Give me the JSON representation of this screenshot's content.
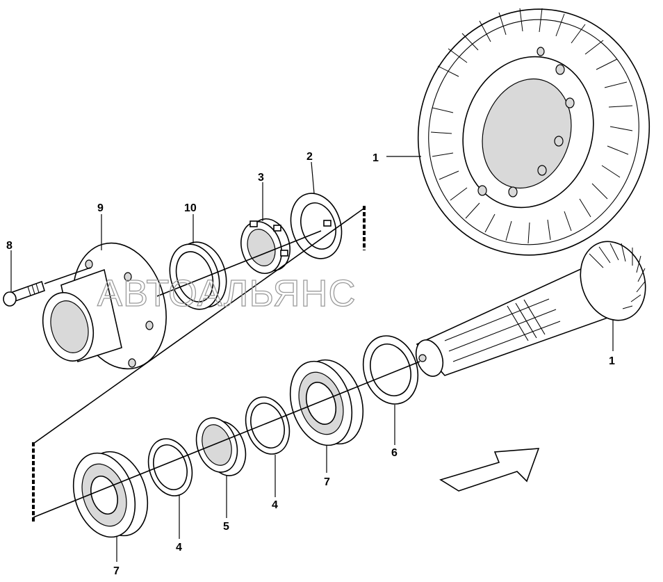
{
  "watermark": "АВТОАЛЬЯНС",
  "callouts": [
    {
      "id": "callout-1-ring-gear",
      "text": "1"
    },
    {
      "id": "callout-1-pinion",
      "text": "1"
    },
    {
      "id": "callout-2",
      "text": "2"
    },
    {
      "id": "callout-3",
      "text": "3"
    },
    {
      "id": "callout-4-left",
      "text": "4"
    },
    {
      "id": "callout-4-right",
      "text": "4"
    },
    {
      "id": "callout-5",
      "text": "5"
    },
    {
      "id": "callout-6",
      "text": "6"
    },
    {
      "id": "callout-7-left",
      "text": "7"
    },
    {
      "id": "callout-7-right",
      "text": "7"
    },
    {
      "id": "callout-8",
      "text": "8"
    },
    {
      "id": "callout-9",
      "text": "9"
    },
    {
      "id": "callout-10",
      "text": "10"
    }
  ]
}
